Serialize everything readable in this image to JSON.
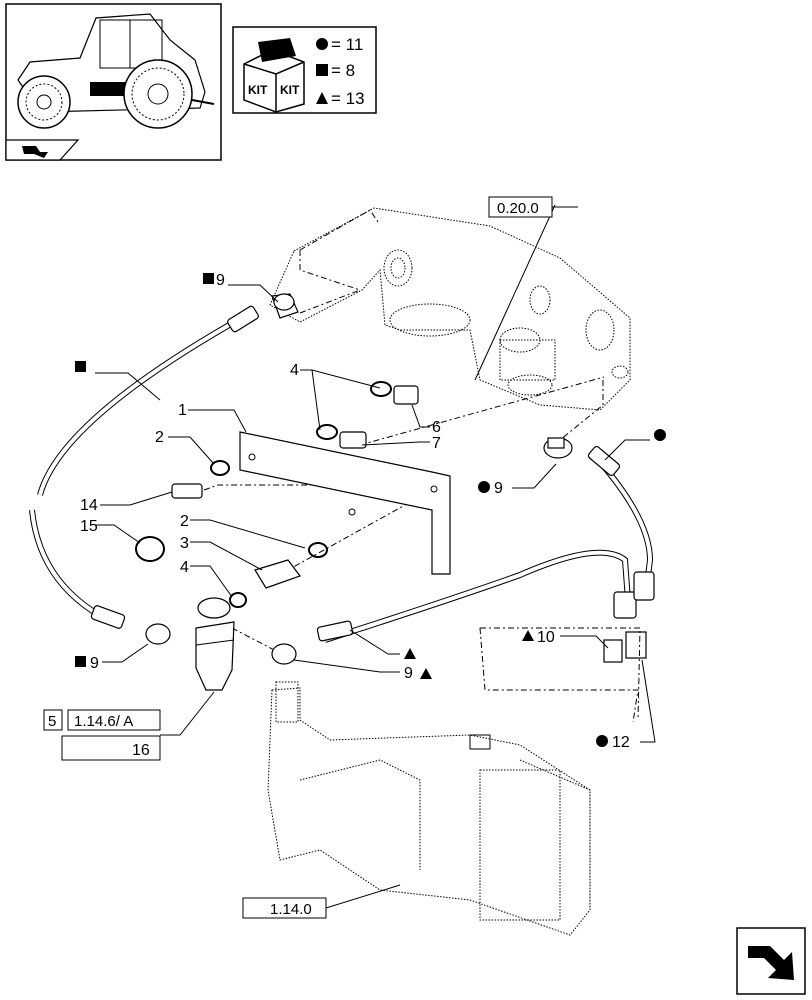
{
  "kit": {
    "word_left": "KIT",
    "word_right": "KIT",
    "legend": [
      {
        "symbol": "circle",
        "text": "= 11"
      },
      {
        "symbol": "square",
        "text": "= 8"
      },
      {
        "symbol": "triangle",
        "text": "= 13"
      }
    ]
  },
  "refs": {
    "top_block": "0.20.0",
    "fuel_tank": "1.14.0",
    "filter_ref_num": "5",
    "filter_ref": "1.14.6/  A",
    "filter_item": "16"
  },
  "labels": {
    "l1": "1",
    "l2a": "2",
    "l2b": "2",
    "l3": "3",
    "l4a": "4",
    "l4b": "4",
    "l6": "6",
    "l7": "7",
    "l9_top": "9",
    "l9_mid": "9",
    "l9_low": "9",
    "l9_tri": "9",
    "l10": "10",
    "l12": "12",
    "l14": "14",
    "l15": "15"
  },
  "icons": [
    "tractor-thumbnail",
    "kit-box-icon",
    "nav-arrow-icon",
    "return-arrow-icon"
  ]
}
